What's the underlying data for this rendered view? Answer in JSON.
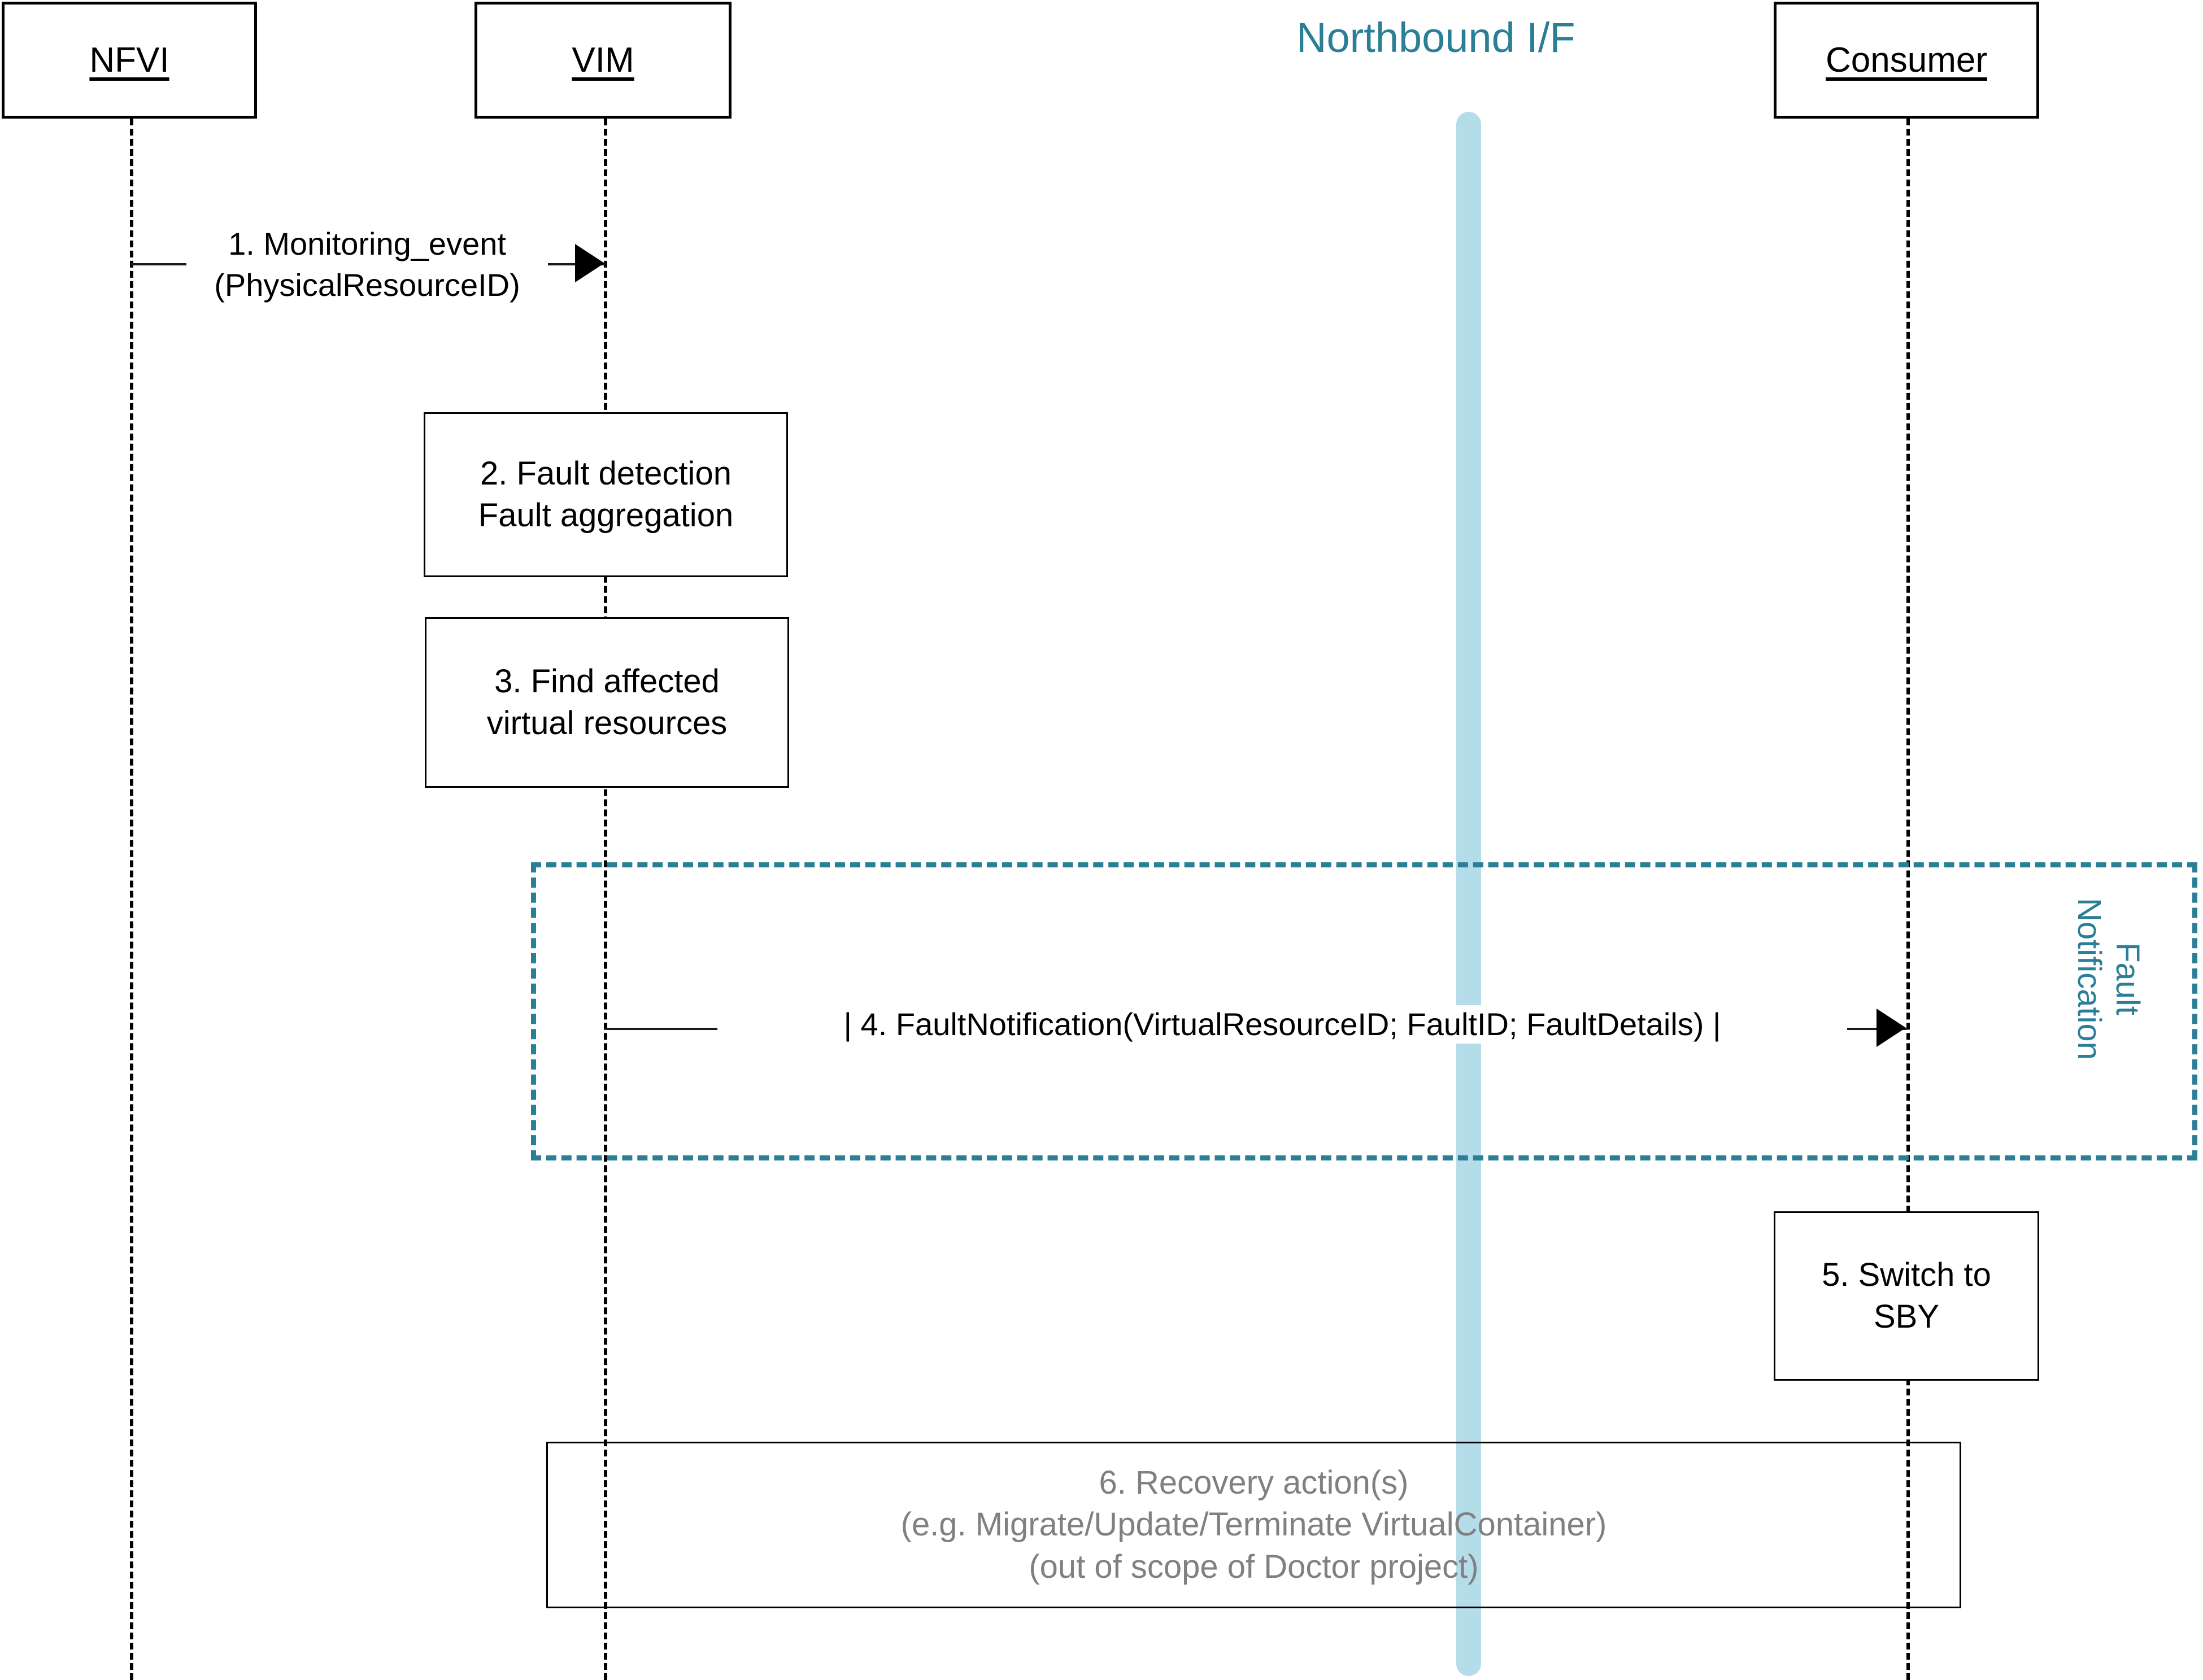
{
  "diagram": {
    "title_northbound": "Northbound I/F",
    "fragment_label_line1": "Fault",
    "fragment_label_line2": "Notification",
    "accent_teal": "#2a7e96",
    "accent_lightblue": "#b5dce9",
    "muted_gray": "#808080"
  },
  "actors": [
    {
      "name": "NFVI",
      "label": "NFVI"
    },
    {
      "name": "VIM",
      "label": "VIM"
    },
    {
      "name": "Consumer",
      "label": "Consumer"
    }
  ],
  "messages": [
    {
      "number": "1",
      "from": "NFVI",
      "to": "VIM",
      "line1": "1. Monitoring_event",
      "line2": "(PhysicalResourceID)"
    },
    {
      "number": "4",
      "from": "VIM",
      "to": "Consumer",
      "line1": "| 4. FaultNotification(VirtualResourceID; FaultID; FaultDetails) |",
      "line2": ""
    }
  ],
  "process_boxes": [
    {
      "number": "2",
      "on": "VIM",
      "line1": "2. Fault detection",
      "line2": "Fault aggregation",
      "line3": ""
    },
    {
      "number": "3",
      "on": "VIM",
      "line1": "3. Find affected",
      "line2": "virtual resources",
      "line3": ""
    },
    {
      "number": "5",
      "on": "Consumer",
      "line1": "5. Switch to",
      "line2": "SBY",
      "line3": ""
    },
    {
      "number": "6",
      "on": "span",
      "line1": "6. Recovery action(s)",
      "line2": "(e.g. Migrate/Update/Terminate VirtualContainer)",
      "line3": "(out of scope of Doctor project)"
    }
  ]
}
